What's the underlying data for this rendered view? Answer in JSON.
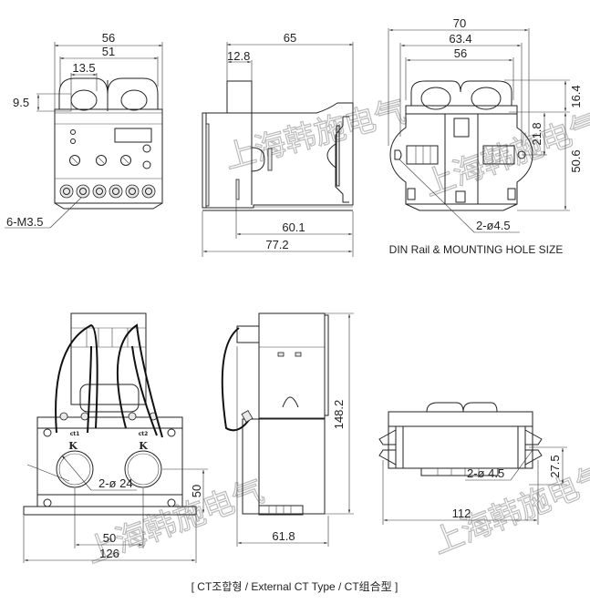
{
  "drawing": {
    "caption": "[ CT조합형 / External CT Type / CT组合型  ]",
    "watermark": "上海韩施电气",
    "views": {
      "front": {
        "dims": {
          "overall_width": "56",
          "inner_width": "51",
          "hole_width": "13.5",
          "hole_height": "9.5",
          "terminal_spec": "6-M3.5"
        }
      },
      "side": {
        "dims": {
          "overall_depth": "65",
          "window_offset": "12.8",
          "rail_depth": "60.1",
          "total_depth": "77.2"
        }
      },
      "rear": {
        "title": "DIN Rail & MOUNTING HOLE SIZE",
        "dims": {
          "overall_width": "70",
          "hole_pitch": "63.4",
          "body_width": "56",
          "top_height": "16.4",
          "hole_offset": "21.8",
          "total_height": "50.6",
          "mount_holes": "2-ø4.5"
        }
      },
      "ct_front": {
        "dims": {
          "ct_holes": "2-ø 24",
          "hole_height": "50",
          "hole_pitch": "50",
          "base_width": "126"
        },
        "terminal_marks": [
          "K",
          "K"
        ],
        "terminal_labels": [
          "ct1",
          "ct2"
        ]
      },
      "ct_side": {
        "dims": {
          "total_height": "148.2",
          "depth": "61.8"
        }
      },
      "ct_bottom": {
        "dims": {
          "mount_holes": "2-ø 4.5",
          "hole_offset": "27.5",
          "width": "112"
        }
      }
    }
  }
}
